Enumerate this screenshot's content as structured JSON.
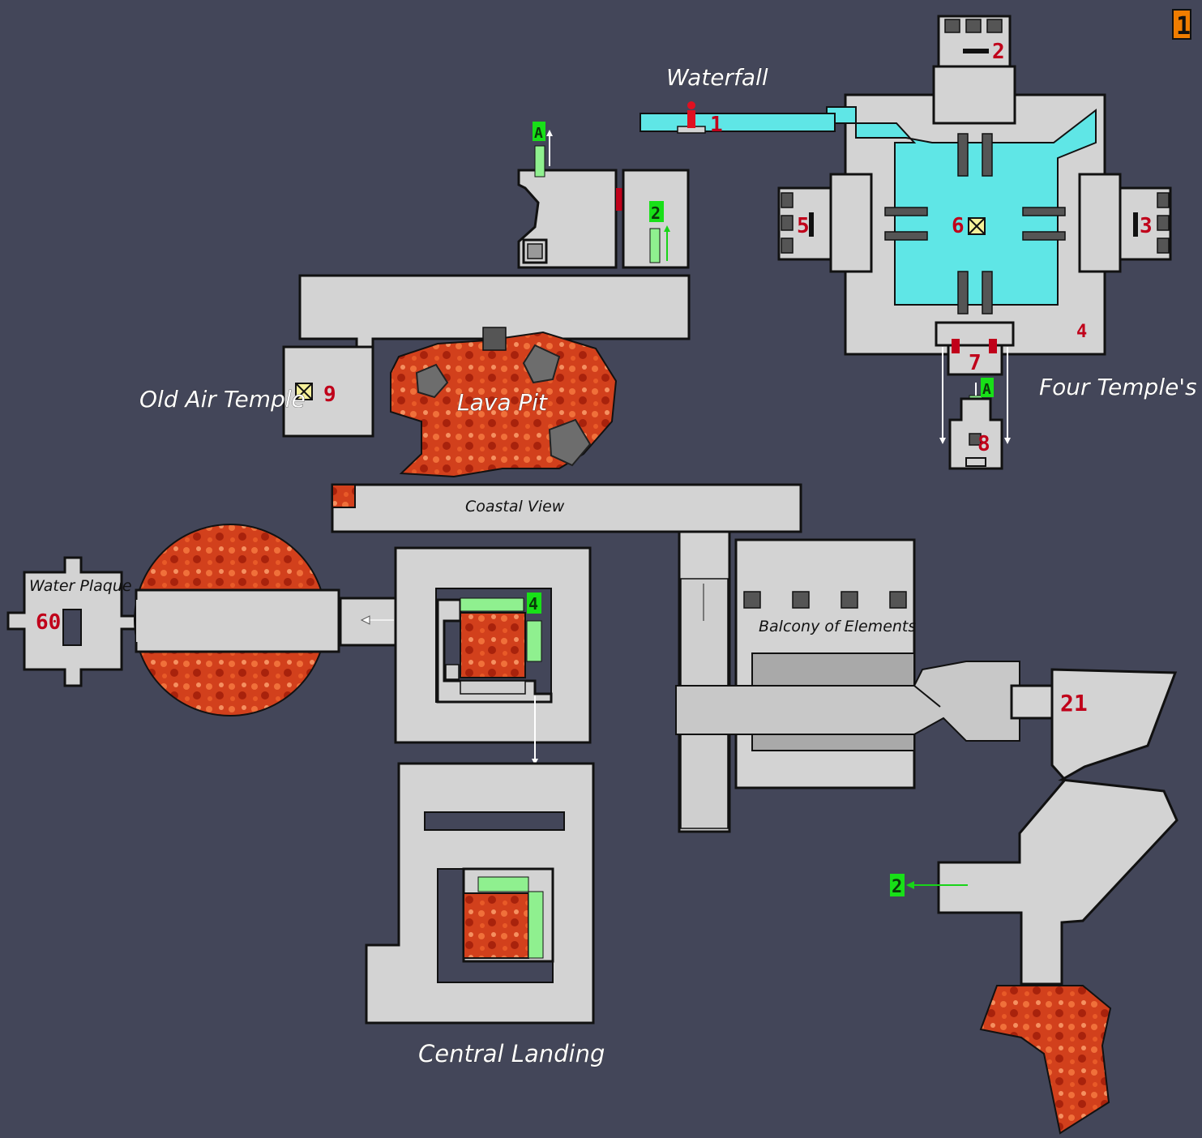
{
  "map": {
    "page_marker": "1",
    "areas": {
      "waterfall": "Waterfall",
      "four_temples": "Four Temple's",
      "old_air_temple": "Old Air Temple",
      "lava_pit": "Lava Pit",
      "coastal_view": "Coastal View",
      "water_plaque": "Water Plaque",
      "balcony_of_elements": "Balcony of Elements",
      "central_landing": "Central Landing"
    },
    "markers": {
      "m1": "1",
      "m2": "2",
      "m3": "3",
      "m4": "4",
      "m5": "5",
      "m6": "6",
      "m7": "7",
      "m8": "8",
      "m9": "9",
      "m60": "60",
      "m21": "21"
    },
    "links": {
      "stairs_a_top": "A",
      "stairs_a_temple": "A",
      "stairs_2_room": "2",
      "stairs_4_center": "4",
      "exit_2_east": "2"
    },
    "colors": {
      "background": "#434659",
      "floor": "#d3d3d3",
      "water": "#5fe6e6",
      "lava": "#d2401c",
      "marker_red": "#c0001a",
      "link_green": "#18e018",
      "page_marker": "#f07d00"
    }
  }
}
